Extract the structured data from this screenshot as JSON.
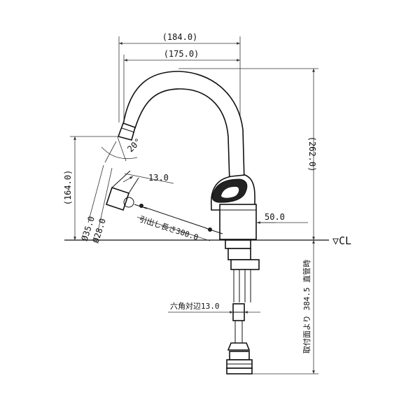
{
  "dimensions": {
    "top_outer": "(184.0)",
    "top_inner": "(175.0)",
    "total_height": "(262.0)",
    "spout_height": "(164.0)",
    "spout_angle": "20°",
    "head_length": "13.0",
    "diameter_35": "Ø35.0",
    "diameter_28": "Ø28.0",
    "hose_pull": "引出し長さ300.0",
    "base_offset": "50.0",
    "center_line": "▽CL",
    "hex_width": "六角対辺13.0",
    "below_mount": "取付面より 384.5 直管時"
  },
  "colors": {
    "line": "#111111",
    "dimension": "#333333",
    "background": "#ffffff"
  }
}
